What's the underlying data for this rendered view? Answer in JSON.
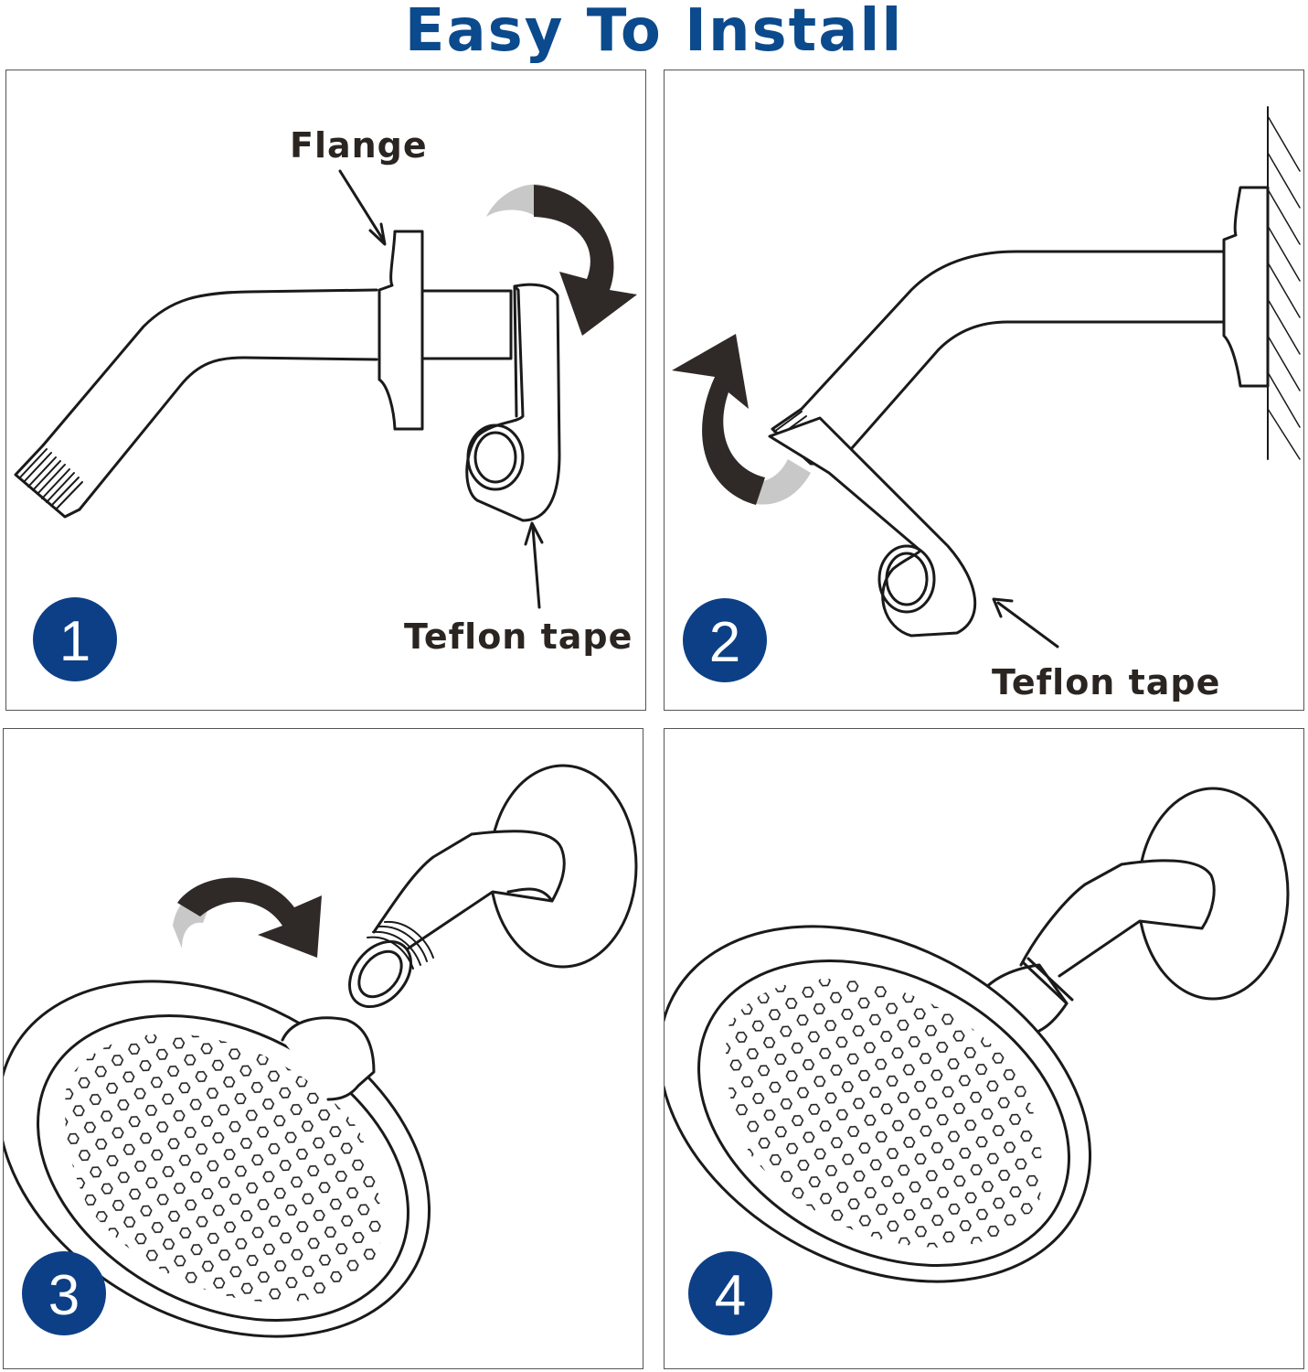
{
  "title": "Easy To Install",
  "colors": {
    "accent": "#0b4a8c",
    "badge": "#0c3f86",
    "arrow_dark": "#2f2a28",
    "arrow_light": "#c8c8c8",
    "line": "#1a1a1a"
  },
  "steps": [
    {
      "number": "1",
      "labels": {
        "flange": "Flange",
        "teflon": "Teflon tape"
      }
    },
    {
      "number": "2",
      "labels": {
        "teflon": "Teflon tape"
      }
    },
    {
      "number": "3"
    },
    {
      "number": "4"
    }
  ]
}
